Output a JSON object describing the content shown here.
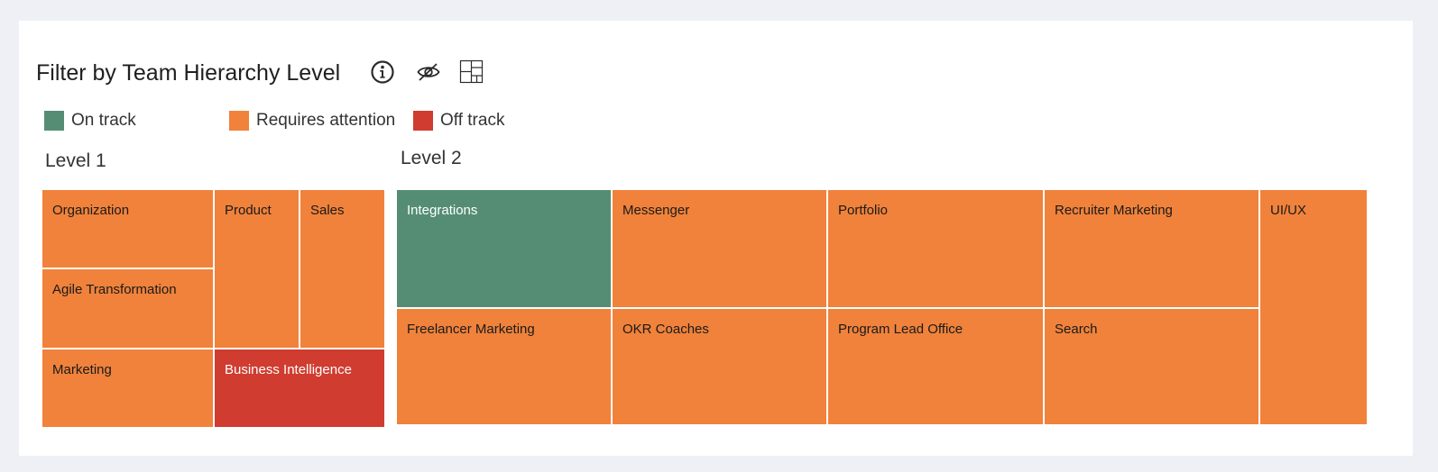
{
  "header": {
    "title": "Filter by Team Hierarchy Level",
    "icons": [
      "info-icon",
      "eye-off-icon",
      "treemap-layout-icon"
    ]
  },
  "colors": {
    "on_track": "#558d74",
    "requires_attention": "#f0823b",
    "off_track": "#d03c2f"
  },
  "legend": [
    {
      "label": "On track",
      "status": "on_track"
    },
    {
      "label": "Requires attention",
      "status": "requires_attention"
    },
    {
      "label": "Off track",
      "status": "off_track"
    }
  ],
  "level1": {
    "label": "Level 1",
    "tiles": [
      {
        "name": "Organization",
        "status": "requires_attention"
      },
      {
        "name": "Agile Transformation",
        "status": "requires_attention"
      },
      {
        "name": "Marketing",
        "status": "requires_attention"
      },
      {
        "name": "Product",
        "status": "requires_attention"
      },
      {
        "name": "Sales",
        "status": "requires_attention"
      },
      {
        "name": "Business Intelligence",
        "status": "off_track"
      }
    ]
  },
  "level2": {
    "label": "Level 2",
    "tiles": [
      {
        "name": "Integrations",
        "status": "on_track"
      },
      {
        "name": "Freelancer Marketing",
        "status": "requires_attention"
      },
      {
        "name": "Messenger",
        "status": "requires_attention"
      },
      {
        "name": "OKR Coaches",
        "status": "requires_attention"
      },
      {
        "name": "Portfolio",
        "status": "requires_attention"
      },
      {
        "name": "Program Lead Office",
        "status": "requires_attention"
      },
      {
        "name": "Recruiter Marketing",
        "status": "requires_attention"
      },
      {
        "name": "Search",
        "status": "requires_attention"
      },
      {
        "name": "UI/UX",
        "status": "requires_attention"
      }
    ]
  }
}
